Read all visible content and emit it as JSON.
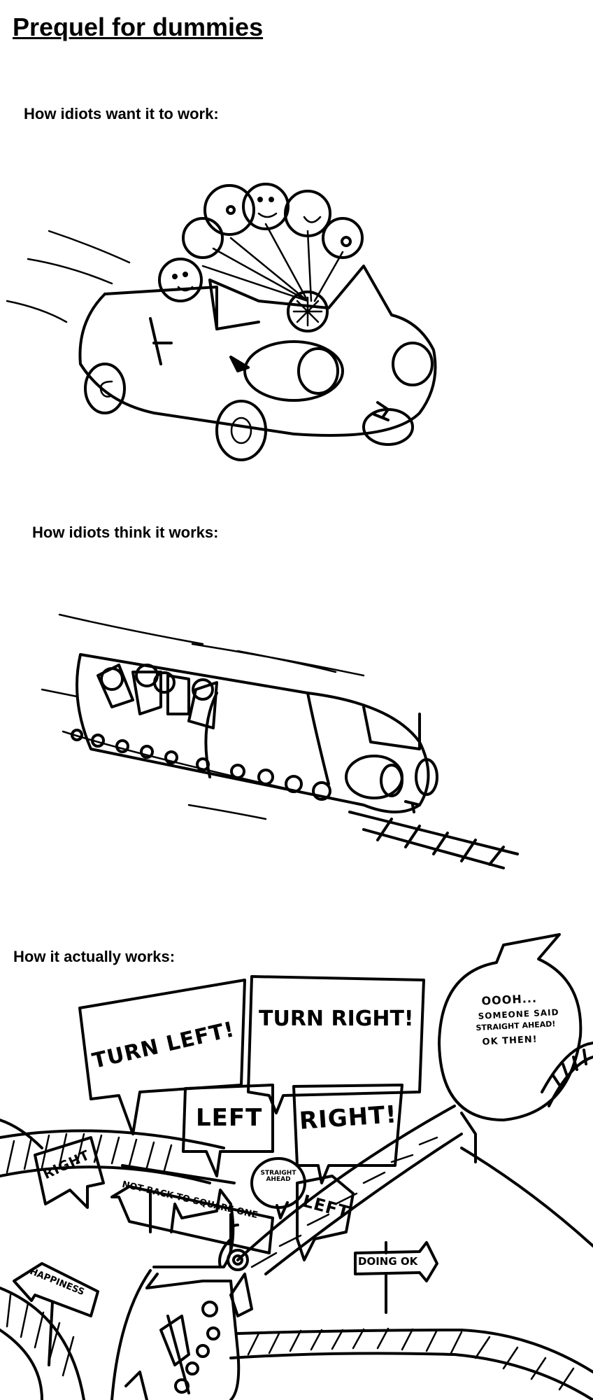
{
  "title": "Prequel for dummies",
  "panels": [
    {
      "caption": "How idiots want it to work:"
    },
    {
      "caption": "How idiots think it works:"
    },
    {
      "caption": "How it actually works:",
      "signs": {
        "turn_left": "TURN LEFT!",
        "turn_right": "TURN RIGHT!",
        "left_big": "LEFT",
        "right_big": "RIGHT!",
        "right_small": "RIGHT",
        "not_back": "NOT BACK TO SQUARE ONE",
        "straight_ahead": "STRAIGHT AHEAD",
        "left_small": "LEFT",
        "ooh_line1": "OOOH...",
        "ooh_line2": "SOMEONE SAID",
        "ooh_line3": "STRAIGHT AHEAD!",
        "ooh_line4": "OK THEN!",
        "happiness": "HAPPINESS",
        "doing_ok": "DOING OK"
      }
    }
  ]
}
